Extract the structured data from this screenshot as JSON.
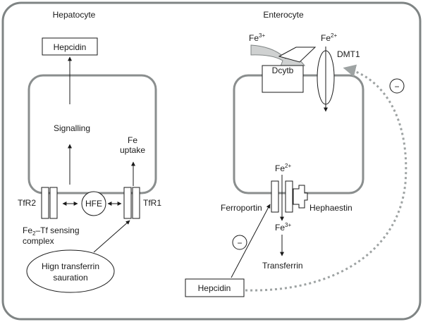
{
  "hepatocyte": {
    "title": "Hepatocyte",
    "hepcidin": "Hepcidin",
    "signalling": "Signalling",
    "fe_uptake_1": "Fe",
    "fe_uptake_2": "uptake",
    "tfr2": "TfR2",
    "hfe": "HFE",
    "tfr1": "TfR1",
    "sensing_1_a": "Fe",
    "sensing_1_sub": "2",
    "sensing_1_b": "–Tf sensing",
    "sensing_2": "complex",
    "saturation_1": "Hign transferrin",
    "saturation_2": "sauration"
  },
  "enterocyte": {
    "title": "Enterocyte",
    "fe3_base": "Fe",
    "fe3_sup": "3+",
    "fe2_base": "Fe",
    "fe2_sup": "2+",
    "dcytb": "Dcytb",
    "dmt1": "DMT1",
    "fe2b_base": "Fe",
    "fe2b_sup": "2+",
    "ferroportin": "Ferroportin",
    "hephaestin": "Hephaestin",
    "fe3b_base": "Fe",
    "fe3b_sup": "3+",
    "transferrin": "Transferrin",
    "hepcidin": "Hepcidin",
    "inhibit_1": "−",
    "inhibit_2": "−"
  },
  "colors": {
    "border": "#7f8484",
    "membrane": "#8a8e8e",
    "dcytb_arrow_fill": "#cfd1d1",
    "dotted": "#9ea3a3",
    "ink": "#1a1a1a"
  }
}
